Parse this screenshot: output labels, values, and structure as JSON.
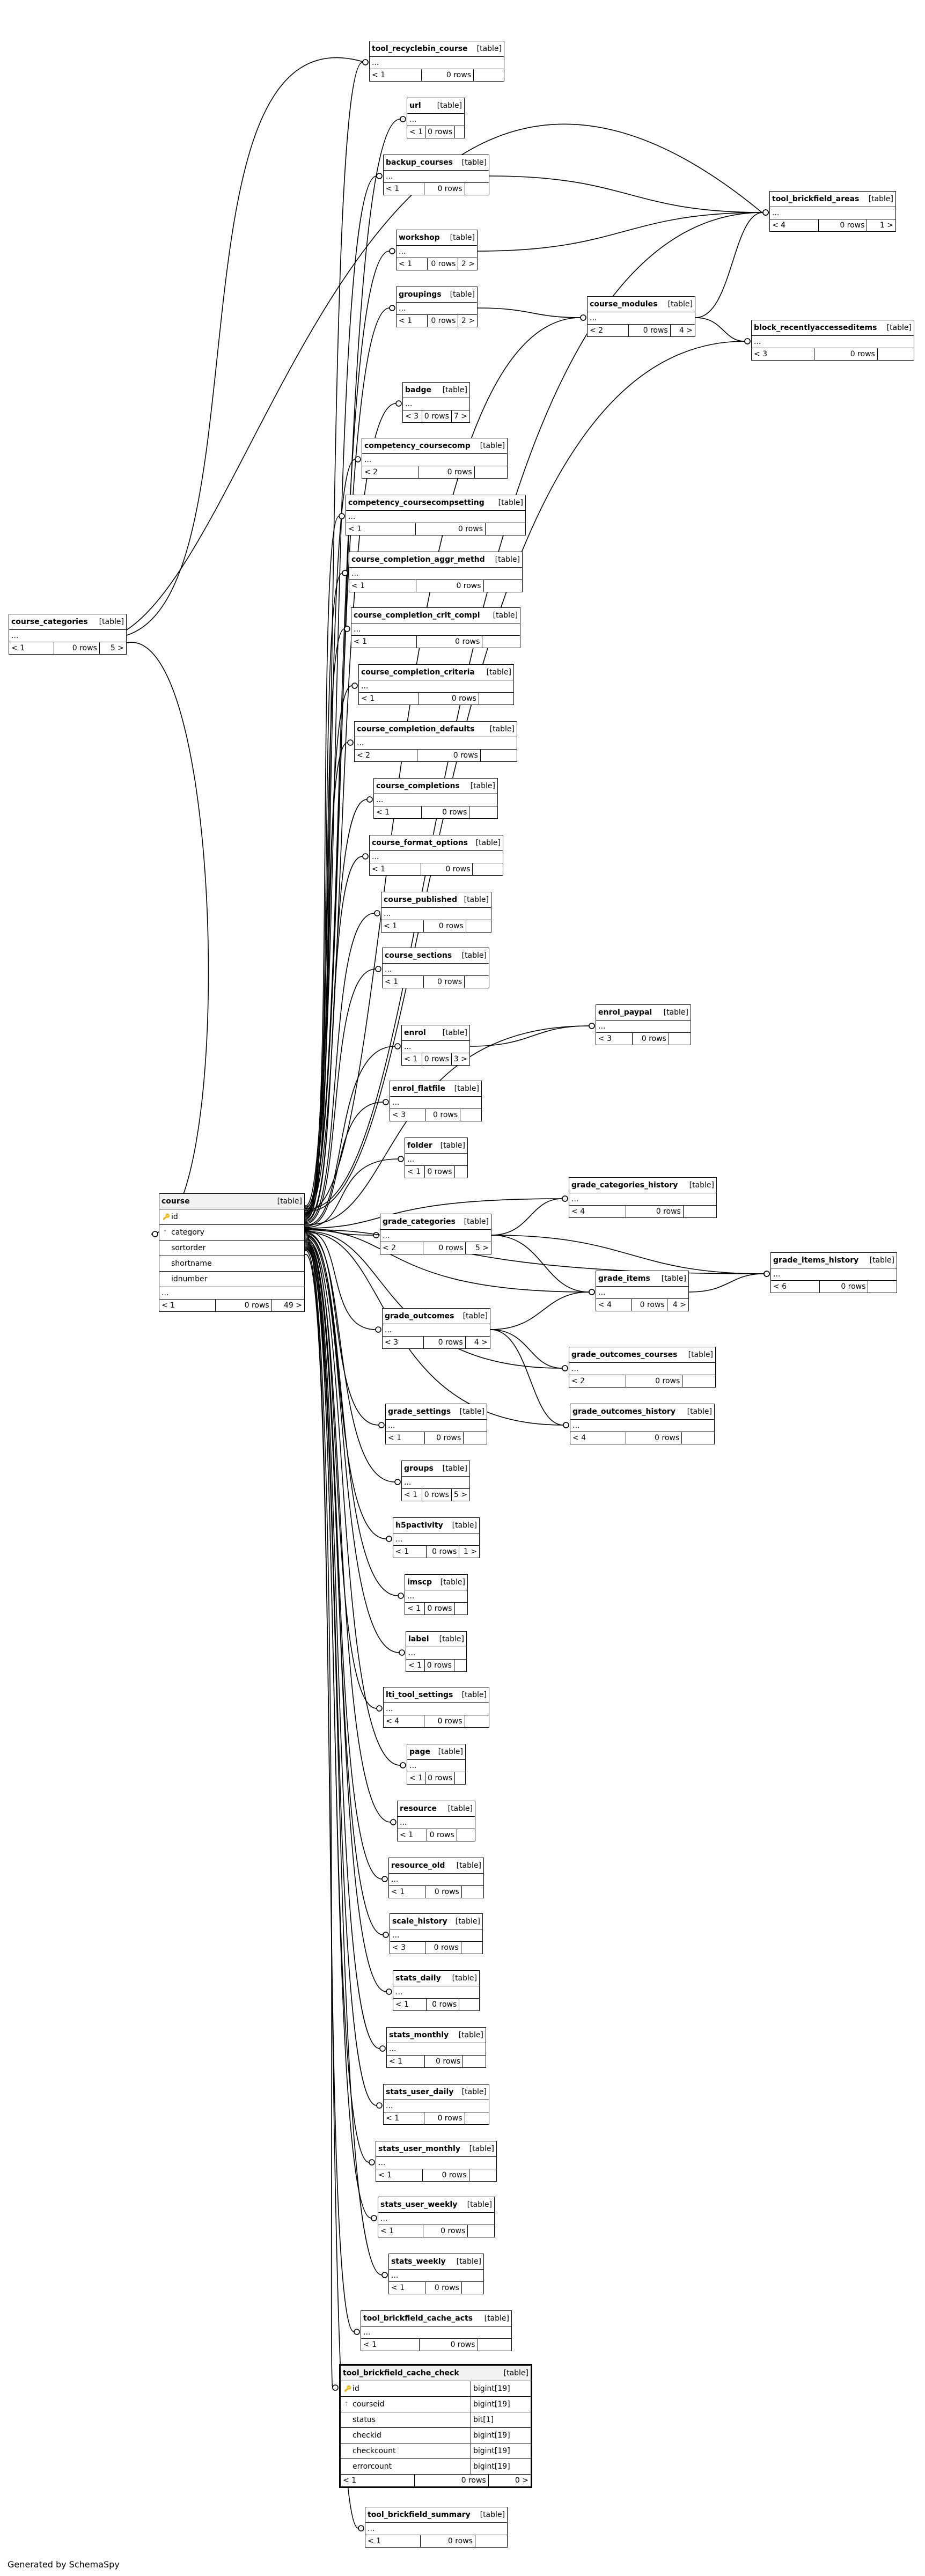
{
  "footer": "Generated by SchemaSpy",
  "table_tag": "[table]",
  "ellipsis": "...",
  "tables": {
    "tool_recyclebin_course": {
      "name": "tool_recyclebin_course",
      "rows": "0 rows",
      "parents": "< 1",
      "children": ""
    },
    "url": {
      "name": "url",
      "rows": "0 rows",
      "parents": "< 1",
      "children": ""
    },
    "backup_courses": {
      "name": "backup_courses",
      "rows": "0 rows",
      "parents": "< 1",
      "children": ""
    },
    "tool_brickfield_areas": {
      "name": "tool_brickfield_areas",
      "rows": "0 rows",
      "parents": "< 4",
      "children": "1 >"
    },
    "workshop": {
      "name": "workshop",
      "rows": "0 rows",
      "parents": "< 1",
      "children": "2 >"
    },
    "groupings": {
      "name": "groupings",
      "rows": "0 rows",
      "parents": "< 1",
      "children": "2 >"
    },
    "course_modules": {
      "name": "course_modules",
      "rows": "0 rows",
      "parents": "< 2",
      "children": "4 >"
    },
    "block_recentlyaccesseditems": {
      "name": "block_recentlyaccesseditems",
      "rows": "0 rows",
      "parents": "< 3",
      "children": ""
    },
    "badge": {
      "name": "badge",
      "rows": "0 rows",
      "parents": "< 3",
      "children": "7 >"
    },
    "competency_coursecomp": {
      "name": "competency_coursecomp",
      "rows": "0 rows",
      "parents": "< 2",
      "children": ""
    },
    "competency_coursecompsetting": {
      "name": "competency_coursecompsetting",
      "rows": "0 rows",
      "parents": "< 1",
      "children": ""
    },
    "course_completion_aggr_methd": {
      "name": "course_completion_aggr_methd",
      "rows": "0 rows",
      "parents": "< 1",
      "children": ""
    },
    "course_completion_crit_compl": {
      "name": "course_completion_crit_compl",
      "rows": "0 rows",
      "parents": "< 1",
      "children": ""
    },
    "course_completion_criteria": {
      "name": "course_completion_criteria",
      "rows": "0 rows",
      "parents": "< 1",
      "children": ""
    },
    "course_completion_defaults": {
      "name": "course_completion_defaults",
      "rows": "0 rows",
      "parents": "< 2",
      "children": ""
    },
    "course_completions": {
      "name": "course_completions",
      "rows": "0 rows",
      "parents": "< 1",
      "children": ""
    },
    "course_format_options": {
      "name": "course_format_options",
      "rows": "0 rows",
      "parents": "< 1",
      "children": ""
    },
    "course_published": {
      "name": "course_published",
      "rows": "0 rows",
      "parents": "< 1",
      "children": ""
    },
    "course_sections": {
      "name": "course_sections",
      "rows": "0 rows",
      "parents": "< 1",
      "children": ""
    },
    "enrol_paypal": {
      "name": "enrol_paypal",
      "rows": "0 rows",
      "parents": "< 3",
      "children": ""
    },
    "enrol": {
      "name": "enrol",
      "rows": "0 rows",
      "parents": "< 1",
      "children": "3 >"
    },
    "enrol_flatfile": {
      "name": "enrol_flatfile",
      "rows": "0 rows",
      "parents": "< 3",
      "children": ""
    },
    "folder": {
      "name": "folder",
      "rows": "0 rows",
      "parents": "< 1",
      "children": ""
    },
    "grade_categories_history": {
      "name": "grade_categories_history",
      "rows": "0 rows",
      "parents": "< 4",
      "children": ""
    },
    "grade_categories": {
      "name": "grade_categories",
      "rows": "0 rows",
      "parents": "< 2",
      "children": "5 >"
    },
    "grade_items_history": {
      "name": "grade_items_history",
      "rows": "0 rows",
      "parents": "< 6",
      "children": ""
    },
    "grade_items": {
      "name": "grade_items",
      "rows": "0 rows",
      "parents": "< 4",
      "children": "4 >"
    },
    "grade_outcomes": {
      "name": "grade_outcomes",
      "rows": "0 rows",
      "parents": "< 3",
      "children": "4 >"
    },
    "grade_outcomes_courses": {
      "name": "grade_outcomes_courses",
      "rows": "0 rows",
      "parents": "< 2",
      "children": ""
    },
    "grade_outcomes_history": {
      "name": "grade_outcomes_history",
      "rows": "0 rows",
      "parents": "< 4",
      "children": ""
    },
    "grade_settings": {
      "name": "grade_settings",
      "rows": "0 rows",
      "parents": "< 1",
      "children": ""
    },
    "groups": {
      "name": "groups",
      "rows": "0 rows",
      "parents": "< 1",
      "children": "5 >"
    },
    "h5pactivity": {
      "name": "h5pactivity",
      "rows": "0 rows",
      "parents": "< 1",
      "children": "1 >"
    },
    "imscp": {
      "name": "imscp",
      "rows": "0 rows",
      "parents": "< 1",
      "children": ""
    },
    "label": {
      "name": "label",
      "rows": "0 rows",
      "parents": "< 1",
      "children": ""
    },
    "lti_tool_settings": {
      "name": "lti_tool_settings",
      "rows": "0 rows",
      "parents": "< 4",
      "children": ""
    },
    "page": {
      "name": "page",
      "rows": "0 rows",
      "parents": "< 1",
      "children": ""
    },
    "resource": {
      "name": "resource",
      "rows": "0 rows",
      "parents": "< 1",
      "children": ""
    },
    "resource_old": {
      "name": "resource_old",
      "rows": "0 rows",
      "parents": "< 1",
      "children": ""
    },
    "scale_history": {
      "name": "scale_history",
      "rows": "0 rows",
      "parents": "< 3",
      "children": ""
    },
    "stats_daily": {
      "name": "stats_daily",
      "rows": "0 rows",
      "parents": "< 1",
      "children": ""
    },
    "stats_monthly": {
      "name": "stats_monthly",
      "rows": "0 rows",
      "parents": "< 1",
      "children": ""
    },
    "stats_user_daily": {
      "name": "stats_user_daily",
      "rows": "0 rows",
      "parents": "< 1",
      "children": ""
    },
    "stats_user_monthly": {
      "name": "stats_user_monthly",
      "rows": "0 rows",
      "parents": "< 1",
      "children": ""
    },
    "stats_user_weekly": {
      "name": "stats_user_weekly",
      "rows": "0 rows",
      "parents": "< 1",
      "children": ""
    },
    "stats_weekly": {
      "name": "stats_weekly",
      "rows": "0 rows",
      "parents": "< 1",
      "children": ""
    },
    "tool_brickfield_cache_acts": {
      "name": "tool_brickfield_cache_acts",
      "rows": "0 rows",
      "parents": "< 1",
      "children": ""
    },
    "tool_brickfield_summary": {
      "name": "tool_brickfield_summary",
      "rows": "0 rows",
      "parents": "< 1",
      "children": ""
    },
    "course_categories": {
      "name": "course_categories",
      "rows": "0 rows",
      "parents": "< 1",
      "children": "5 >"
    }
  },
  "course": {
    "name": "course",
    "rows": "0 rows",
    "parents": "< 1",
    "children": "49 >",
    "columns": [
      {
        "name": "id",
        "kind": "pk"
      },
      {
        "name": "category",
        "kind": "fk"
      },
      {
        "name": "sortorder",
        "kind": ""
      },
      {
        "name": "shortname",
        "kind": ""
      },
      {
        "name": "idnumber",
        "kind": ""
      }
    ]
  },
  "cache_check": {
    "name": "tool_brickfield_cache_check",
    "rows": "0 rows",
    "parents": "< 1",
    "children": "0 >",
    "columns": [
      {
        "name": "id",
        "type": "bigint[19]",
        "kind": "pk"
      },
      {
        "name": "courseid",
        "type": "bigint[19]",
        "kind": "fk"
      },
      {
        "name": "status",
        "type": "bit[1]",
        "kind": ""
      },
      {
        "name": "checkid",
        "type": "bigint[19]",
        "kind": ""
      },
      {
        "name": "checkcount",
        "type": "bigint[19]",
        "kind": ""
      },
      {
        "name": "errorcount",
        "type": "bigint[19]",
        "kind": ""
      }
    ]
  }
}
